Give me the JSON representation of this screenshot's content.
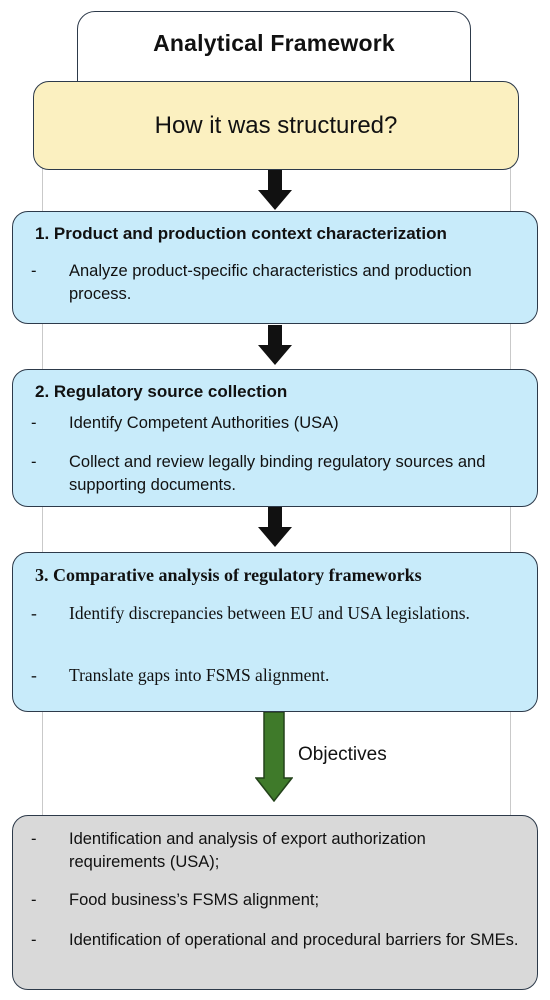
{
  "title": "Analytical Framework",
  "question": "How it was structured?",
  "steps": [
    {
      "heading": "1. Product and production context characterization",
      "bullets": [
        "Analyze product-specific characteristics and production process."
      ]
    },
    {
      "heading": "2. Regulatory source collection",
      "bullets": [
        "Identify Competent Authorities (USA)",
        "Collect and review legally binding regulatory sources and supporting documents."
      ]
    },
    {
      "heading": "3. Comparative analysis of regulatory frameworks",
      "bullets": [
        "Identify discrepancies between EU and USA legislations.",
        "Translate gaps into FSMS alignment."
      ]
    }
  ],
  "objectives_label": "Objectives",
  "objectives": [
    "Identification and analysis of export authorization requirements (USA);",
    "Food business’s FSMS alignment;",
    "Identification of operational and procedural barriers for SMEs."
  ],
  "bullet_marker": "-",
  "colors": {
    "question_fill": "#fbf0c0",
    "step_fill": "#c8ebfa",
    "objectives_fill": "#d9d9d9",
    "arrow_black": "#111111",
    "arrow_green": "#3f7a2a"
  }
}
